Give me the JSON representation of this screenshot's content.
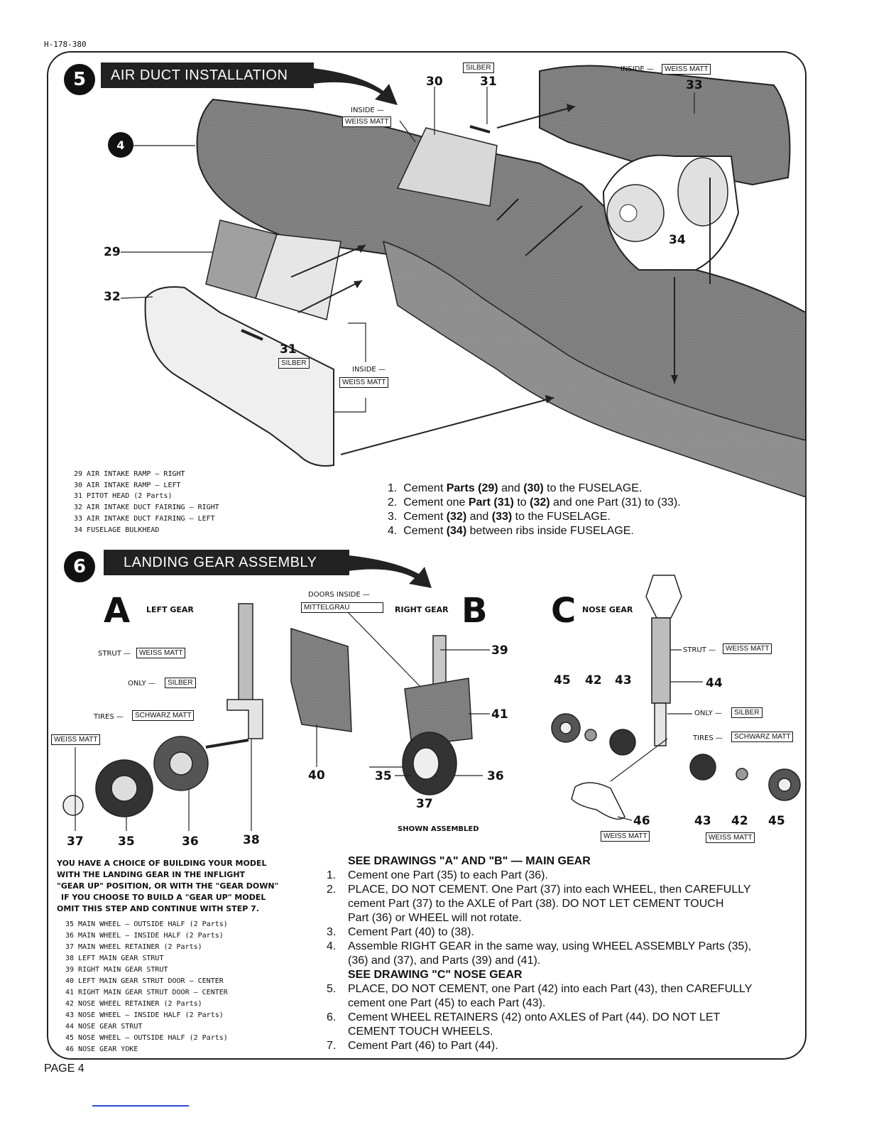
{
  "doc_id": "H-178-380",
  "page_label": "PAGE 4",
  "step5": {
    "number": "5",
    "title": "AIR DUCT INSTALLATION",
    "ref_circle": "4",
    "callouts": {
      "c30": "30",
      "c31a": "31",
      "c33": "33",
      "c29": "29",
      "c32": "32",
      "c31b": "31",
      "c34": "34"
    },
    "tags": {
      "silber_top": "SILBER",
      "inside_33_note": "INSIDE —",
      "inside_33_tag": "WEISS MATT",
      "inside_30_note": "INSIDE —",
      "inside_30_tag": "WEISS MATT",
      "silber_31": "SILBER",
      "inside_32_note": "INSIDE —",
      "inside_32_tag": "WEISS MATT"
    },
    "parts": [
      "29  AIR INTAKE RAMP — RIGHT",
      "30  AIR INTAKE RAMP — LEFT",
      "31  PITOT HEAD (2 Parts)",
      "32  AIR INTAKE DUCT FAIRING — RIGHT",
      "33  AIR INTAKE DUCT FAIRING — LEFT",
      "34  FUSELAGE BULKHEAD"
    ],
    "instructions": [
      {
        "n": "1.",
        "pre": "Cement ",
        "b1": "Parts (29)",
        "mid": " and ",
        "b2": "(30)",
        "post": " to the FUSELAGE."
      },
      {
        "n": "2.",
        "pre": "Cement one ",
        "b1": "Part (31)",
        "mid": " to ",
        "b2": "(32)",
        "post": " and one Part (31) to (33)."
      },
      {
        "n": "3.",
        "pre": "Cement ",
        "b1": "(32)",
        "mid": " and ",
        "b2": "(33)",
        "post": " to the FUSELAGE."
      },
      {
        "n": "4.",
        "pre": "Cement ",
        "b1": "(34)",
        "mid": " between ribs inside FUSELAGE.",
        "b2": "",
        "post": ""
      }
    ]
  },
  "step6": {
    "number": "6",
    "title": "LANDING GEAR ASSEMBLY",
    "a_letter": "A",
    "a_label": "LEFT GEAR",
    "b_letter": "B",
    "b_label": "RIGHT GEAR",
    "c_letter": "C",
    "c_label": "NOSE GEAR",
    "shown_assembled": "SHOWN ASSEMBLED",
    "tags": {
      "doors_inside_note": "DOORS INSIDE —",
      "mittelgrau": "MITTELGRAU",
      "strut_note": "STRUT —",
      "strut_tag": "WEISS MATT",
      "only_note": "ONLY —",
      "only_tag": "SILBER",
      "tires_note": "TIRES —",
      "tires_tag": "SCHWARZ MATT",
      "weiss_left": "WEISS MATT",
      "c_strut_note": "STRUT —",
      "c_strut_tag": "WEISS MATT",
      "c_only_note": "ONLY —",
      "c_only_tag": "SILBER",
      "c_tires_note": "TIRES —",
      "c_tires_tag": "SCHWARZ MATT",
      "c_weiss_46": "WEISS MATT",
      "c_weiss_45": "WEISS MATT"
    },
    "callouts": {
      "a37": "37",
      "a35": "35",
      "a36": "36",
      "a38": "38",
      "a40": "40",
      "b39": "39",
      "b41": "41",
      "b35": "35",
      "b36": "36",
      "b37": "37",
      "c45a": "45",
      "c42a": "42",
      "c43a": "43",
      "c44": "44",
      "c46": "46",
      "c43b": "43",
      "c42b": "42",
      "c45b": "45"
    },
    "choice_note": [
      "YOU HAVE A CHOICE OF BUILDING YOUR MODEL",
      "WITH THE LANDING GEAR IN THE INFLIGHT",
      "\"GEAR UP\" POSITION, OR WITH THE \"GEAR DOWN\"",
      "IF YOU CHOOSE TO BUILD A \"GEAR UP\" MODEL",
      "OMIT THIS STEP AND CONTINUE WITH STEP 7."
    ],
    "parts": [
      "35  MAIN WHEEL — OUTSIDE HALF (2 Parts)",
      "36  MAIN WHEEL — INSIDE HALF (2 Parts)",
      "37  MAIN WHEEL RETAINER (2 Parts)",
      "38  LEFT MAIN GEAR STRUT",
      "39  RIGHT MAIN GEAR STRUT",
      "40  LEFT MAIN GEAR STRUT DOOR — CENTER",
      "41  RIGHT MAIN GEAR STRUT DOOR — CENTER",
      "42  NOSE WHEEL RETAINER (2 Parts)",
      "43  NOSE WHEEL — INSIDE HALF (2 Parts)",
      "44  NOSE GEAR STRUT",
      "45  NOSE WHEEL — OUTSIDE HALF (2 Parts)",
      "46  NOSE GEAR YOKE"
    ],
    "heading_ab": "SEE DRAWINGS \"A\" AND \"B\" — MAIN GEAR",
    "heading_c": "SEE DRAWING \"C\"   NOSE GEAR",
    "instructions": [
      {
        "n": "1.",
        "t": "Cement one Part (35) to each Part (36)."
      },
      {
        "n": "2.",
        "t": "PLACE, DO NOT CEMENT. One Part (37) into each WHEEL, then CAREFULLY"
      },
      {
        "n": "",
        "t": "cement Part (37) to the AXLE of Part (38). DO NOT LET CEMENT TOUCH"
      },
      {
        "n": "",
        "t": "Part (36) or WHEEL will not rotate."
      },
      {
        "n": "3.",
        "t": "Cement Part (40) to (38)."
      },
      {
        "n": "4.",
        "t": "Assemble RIGHT GEAR in the same way, using WHEEL ASSEMBLY Parts (35),"
      },
      {
        "n": "",
        "t": "(36) and (37), and Parts (39) and (41)."
      },
      {
        "n": "5.",
        "t": "PLACE, DO NOT CEMENT, one Part (42) into each Part (43), then CAREFULLY"
      },
      {
        "n": "",
        "t": "cement one Part (45) to each Part (43)."
      },
      {
        "n": "6.",
        "t": "Cement WHEEL RETAINERS (42) onto AXLES of Part (44). DO NOT LET"
      },
      {
        "n": "",
        "t": "CEMENT TOUCH WHEELS."
      },
      {
        "n": "7.",
        "t": "Cement Part (46) to Part (44)."
      }
    ]
  }
}
